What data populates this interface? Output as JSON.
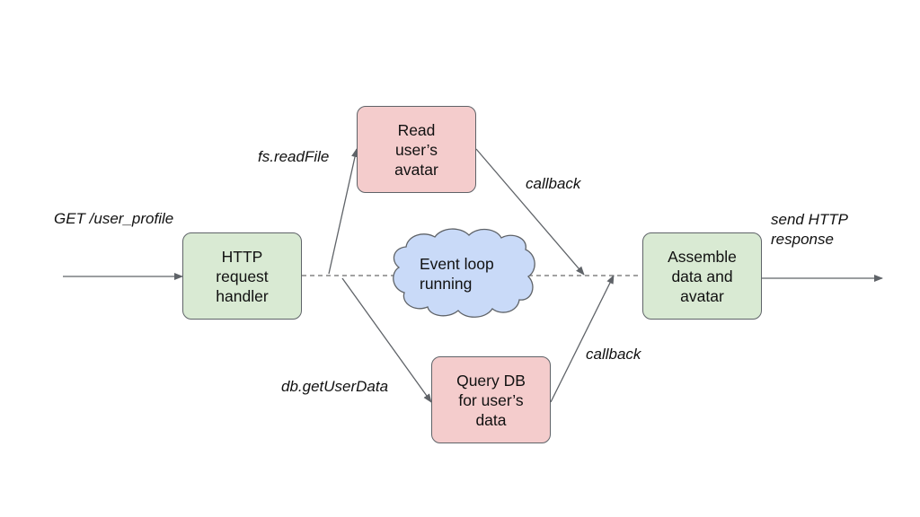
{
  "nodes": {
    "http_handler": "HTTP\nrequest\nhandler",
    "read_avatar": "Read\nuser’s\navatar",
    "event_loop": "Event loop\nrunning",
    "query_db": "Query DB\nfor user’s\ndata",
    "assemble": "Assemble\ndata and\navatar"
  },
  "edges": {
    "get_request": "GET /user_profile",
    "fs_readfile": "fs.readFile",
    "db_getuserdata": "db.getUserData",
    "callback_top": "callback",
    "callback_bottom": "callback",
    "send_response": "send HTTP\nresponse"
  },
  "colors": {
    "handler_fill": "#d9ead3",
    "io_fill": "#f4cccc",
    "cloud_fill": "#c9daf8",
    "line": "#5f6368"
  }
}
